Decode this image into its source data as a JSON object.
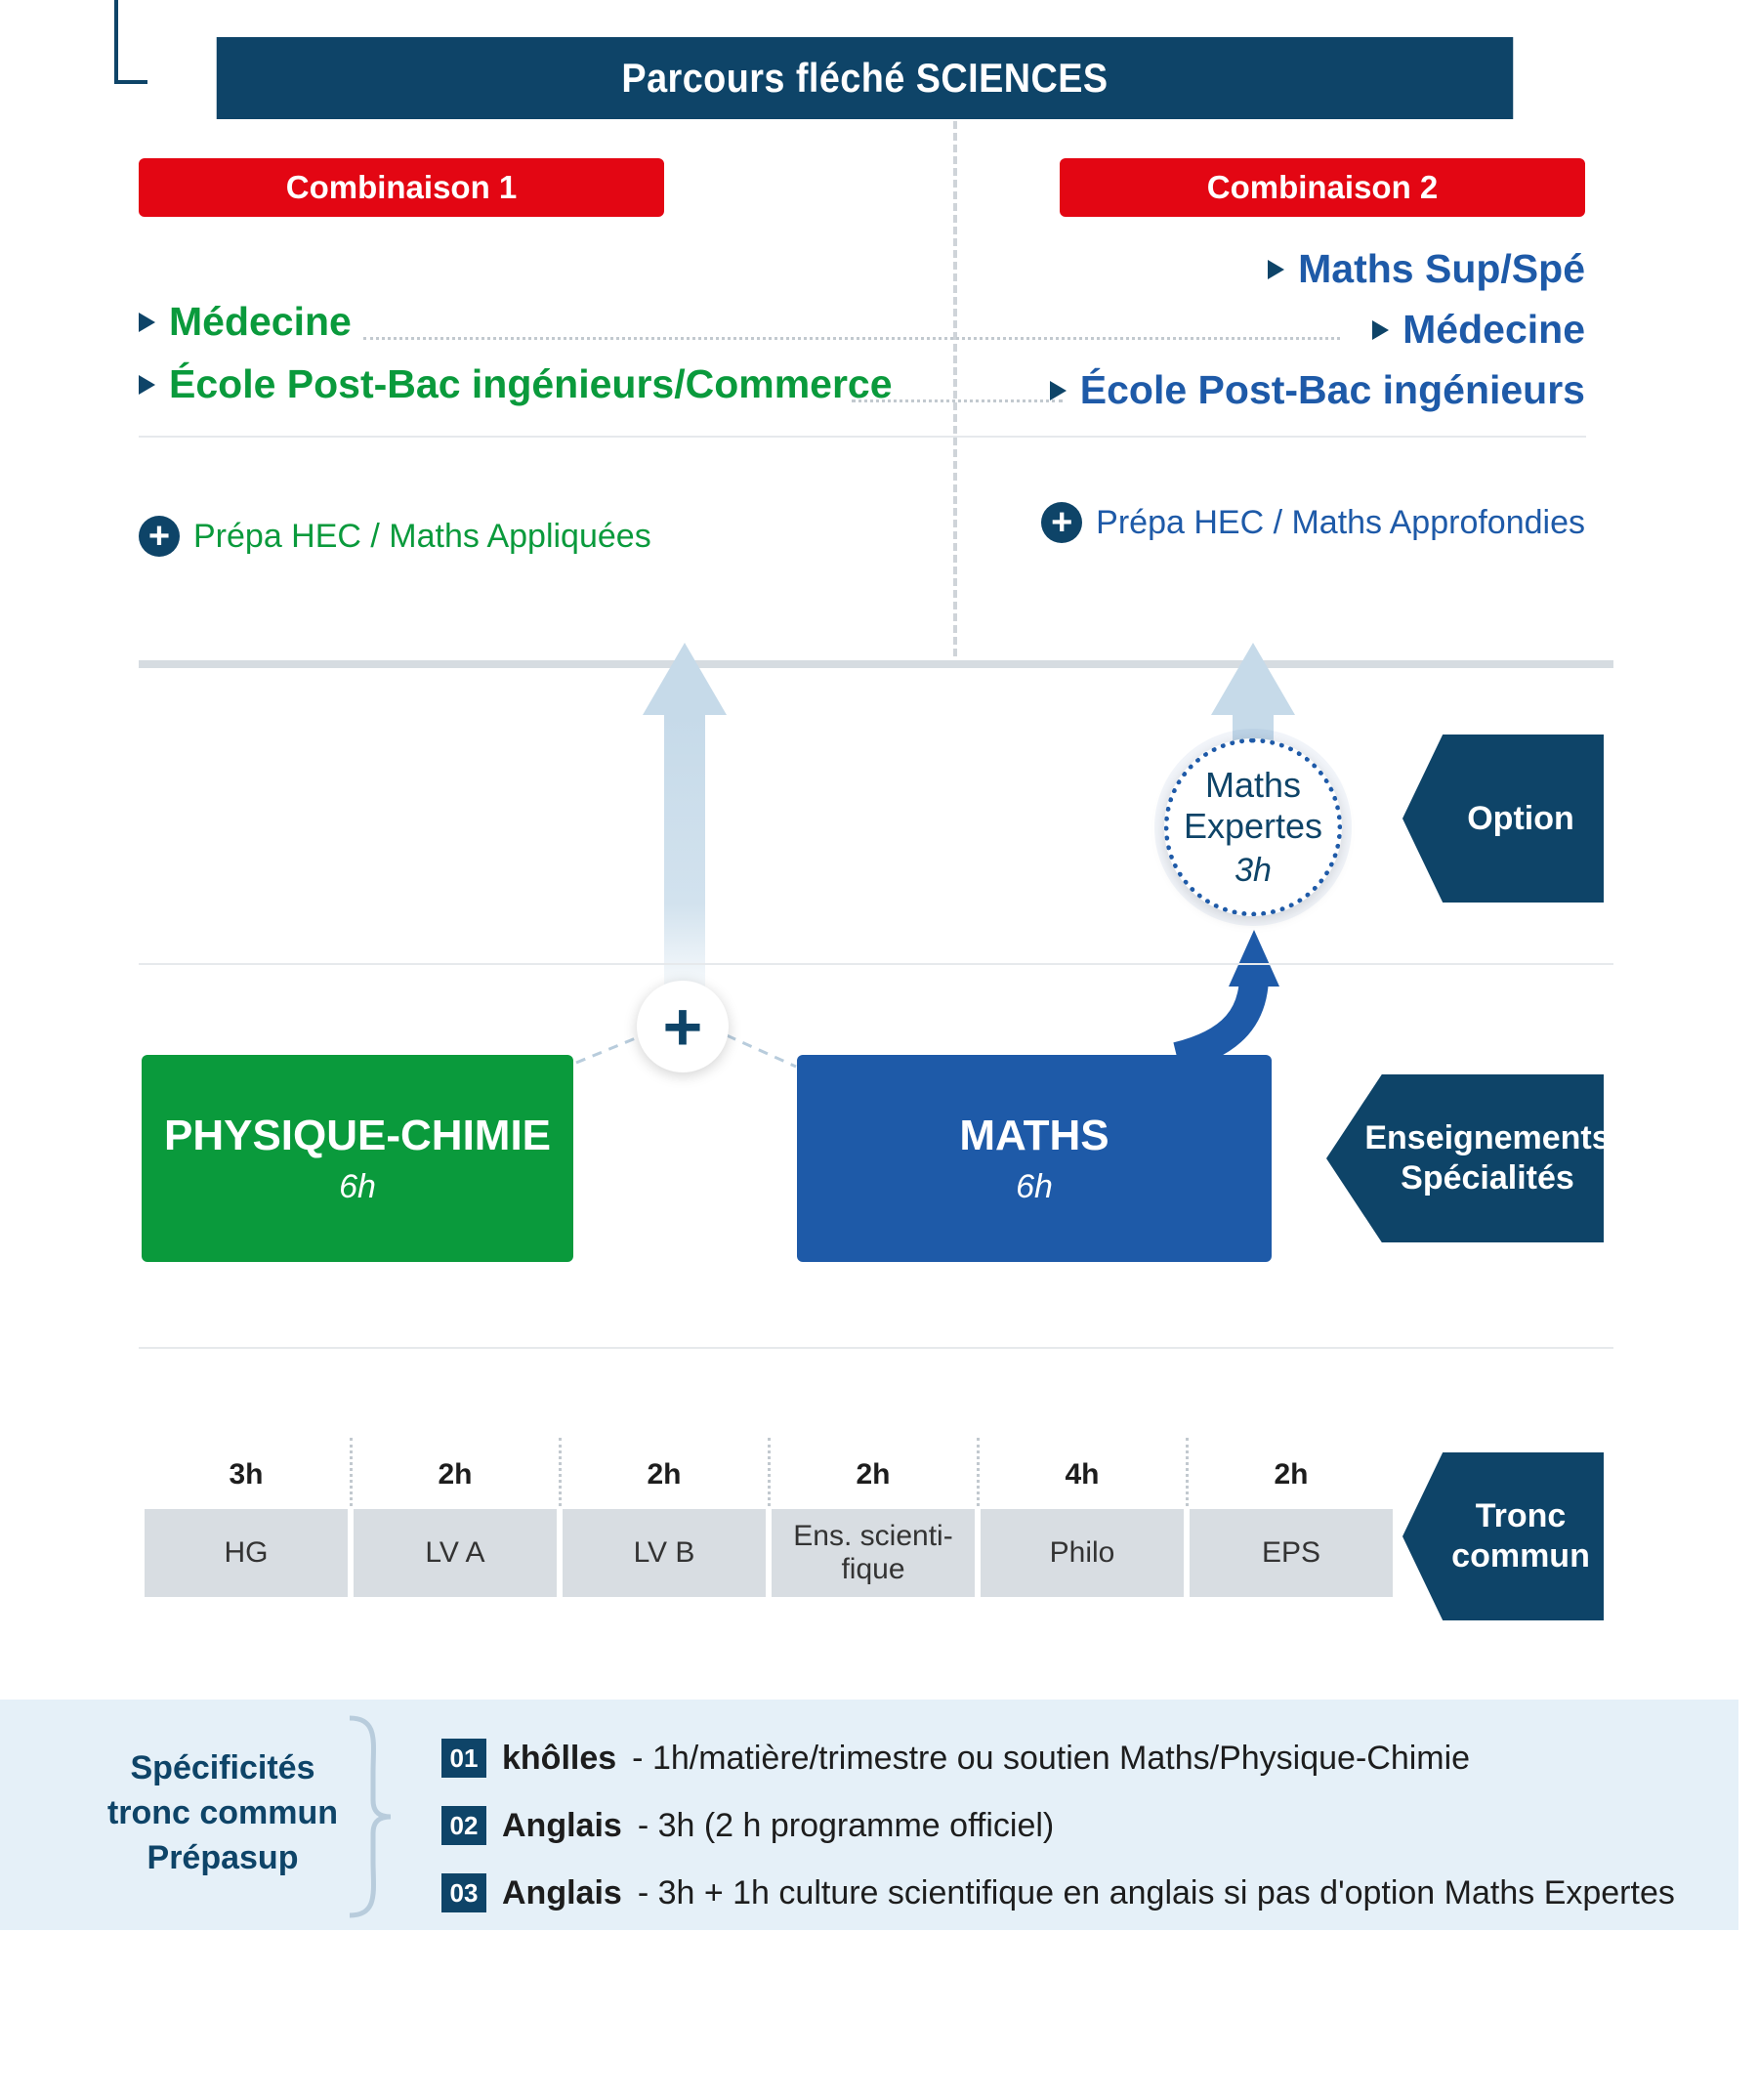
{
  "title": "Parcours fléché SCIENCES",
  "combinations": [
    {
      "label": "Combinaison 1",
      "destinations": [
        "Médecine",
        "École Post-Bac ingénieurs/Commerce"
      ],
      "prepa": "Prépa HEC / Maths Appliquées"
    },
    {
      "label": "Combinaison 2",
      "destinations": [
        "Maths Sup/Spé",
        "Médecine",
        "École Post-Bac ingénieurs"
      ],
      "prepa": "Prépa HEC / Maths Approfondies"
    }
  ],
  "specialities": [
    {
      "name": "PHYSIQUE-CHIMIE",
      "hours": "6h",
      "color": "#0a9a3c"
    },
    {
      "name": "MATHS",
      "hours": "6h",
      "color": "#1e5aa8"
    }
  ],
  "option": {
    "name_line1": "Maths",
    "name_line2": "Expertes",
    "hours": "3h"
  },
  "tags": {
    "option": "Option",
    "specialites_line1": "Enseignements",
    "specialites_line2": "Spécialités",
    "tronc_line1": "Tronc",
    "tronc_line2": "commun"
  },
  "tronc_commun": [
    {
      "hours": "3h",
      "subject": "HG"
    },
    {
      "hours": "2h",
      "subject": "LV A"
    },
    {
      "hours": "2h",
      "subject": "LV B"
    },
    {
      "hours": "2h",
      "subject_line1": "Ens. scienti-",
      "subject_line2": "fique"
    },
    {
      "hours": "4h",
      "subject": "Philo"
    },
    {
      "hours": "2h",
      "subject": "EPS"
    }
  ],
  "specificites": {
    "title_line1": "Spécificités",
    "title_line2": "tronc commun",
    "title_line3": "Prépasup",
    "items": [
      {
        "num": "01",
        "bold": "khôlles",
        "text": "- 1h/matière/trimestre ou soutien Maths/Physique-Chimie"
      },
      {
        "num": "02",
        "bold": "Anglais",
        "text": "- 3h (2 h programme officiel)"
      },
      {
        "num": "03",
        "bold": "Anglais",
        "text": "- 3h + 1h culture scientifique en anglais si pas d'option Maths Expertes"
      }
    ]
  },
  "colors": {
    "navy": "#0e4468",
    "red": "#e30613",
    "green": "#0a9a3c",
    "blue": "#1e5aa8"
  }
}
